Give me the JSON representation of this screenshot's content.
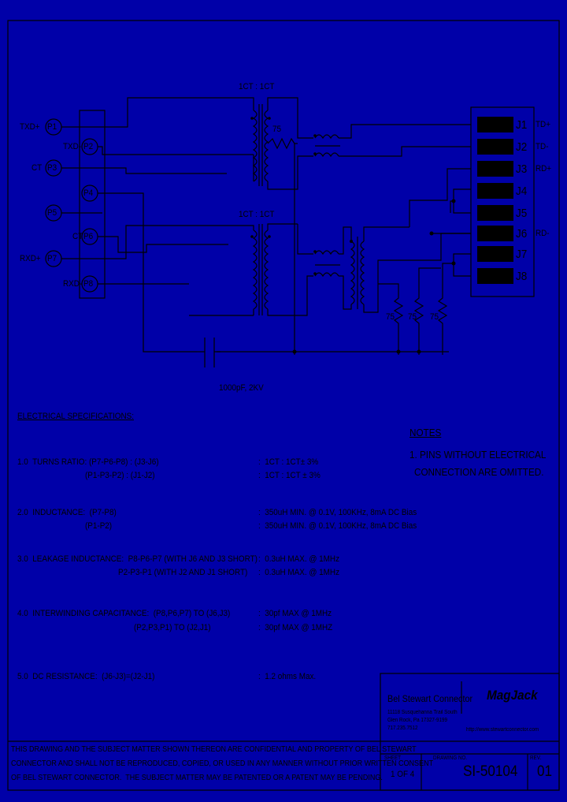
{
  "schematic": {
    "transformer_top_label": "1CT : 1CT",
    "transformer_bottom_label": "1CT : 1CT",
    "resistor_top": "75",
    "resistor_labels": [
      "75",
      "75",
      "75"
    ],
    "capacitor_label": "1000pF, 2KV",
    "left_pins": [
      {
        "signal": "TXD+",
        "pin": "P1"
      },
      {
        "signal": "TXD-",
        "pin": "P2"
      },
      {
        "signal": "CT",
        "pin": "P3"
      },
      {
        "signal": "",
        "pin": "P4"
      },
      {
        "signal": "",
        "pin": "P5"
      },
      {
        "signal": "CT",
        "pin": "P6"
      },
      {
        "signal": "RXD+",
        "pin": "P7"
      },
      {
        "signal": "RXD-",
        "pin": "P8"
      }
    ],
    "right_pins": [
      "J1",
      "J2",
      "J3",
      "J4",
      "J5",
      "J6",
      "J7",
      "J8"
    ],
    "right_signals": [
      "TD+",
      "TD-",
      "RD+",
      "RD-"
    ]
  },
  "specs": {
    "heading": "ELECTRICAL SPECIFICATIONS:",
    "items": [
      {
        "label": "1.0  TURNS RATIO: (P7-P6-P8) : (J3-J6)",
        "value": ":  1CT : 1CT± 3%"
      },
      {
        "label": "(P1-P3-P2) : (J1-J2)",
        "value": ":  1CT : 1CT ± 3%"
      },
      {
        "label": "2.0  INDUCTANCE:  (P7-P8)",
        "value": ":  350uH MIN. @ 0.1V, 100KHz, 8mA DC Bias"
      },
      {
        "label": "(P1-P2)",
        "value": ":  350uH MIN. @ 0.1V, 100KHz, 8mA DC Bias"
      },
      {
        "label": "3.0  LEAKAGE INDUCTANCE:  P8-P6-P7 (WITH J6 AND J3 SHORT)",
        "value": ":  0.3uH MAX. @ 1MHz"
      },
      {
        "label": "P2-P3-P1 (WITH J2 AND J1 SHORT)",
        "value": ":  0.3uH MAX. @ 1MHz"
      },
      {
        "label": "4.0  INTERWINDING CAPACITANCE:  (P8,P6,P7) TO (J6,J3)",
        "value": ":  30pf MAX @ 1MHz"
      },
      {
        "label": "(P2,P3,P1) TO (J2,J1)",
        "value": ":  30pf MAX @ 1MHZ"
      },
      {
        "label": "5.0  DC RESISTANCE:  (J6-J3)=(J2-J1)",
        "value": ":  1.2 ohms Max."
      }
    ]
  },
  "notes": {
    "heading": "NOTES",
    "line1": "1. PINS WITHOUT ELECTRICAL",
    "line2": "CONNECTION ARE OMITTED."
  },
  "title_block": {
    "company": "Bel Stewart Connector",
    "address1": "11118 Susquehanna Trail South",
    "address2": "Glen Rock, Pa 17327-9199",
    "phone": "717.235.7512",
    "logo": "MagJack",
    "url": "http://www.stewartconnector.com",
    "sheet_label": "SHEET",
    "sheet_value": "1 OF 4",
    "drawing_label": "DRAWING NO.",
    "drawing_value": "SI-50104",
    "rev_label": "REV.",
    "rev_value": "01"
  },
  "footer": {
    "line1": "THIS DRAWING AND THE SUBJECT MATTER SHOWN THEREON ARE CONFIDENTIAL AND PROPERTY OF BEL STEWART",
    "line2": "CONNECTOR AND SHALL NOT BE REPRODUCED, COPIED, OR USED IN ANY MANNER WITHOUT PRIOR WRITTEN CONSENT",
    "line3": "OF BEL STEWART CONNECTOR.  THE SUBJECT MATTER MAY BE PATENTED OR A PATENT MAY BE PENDING."
  }
}
